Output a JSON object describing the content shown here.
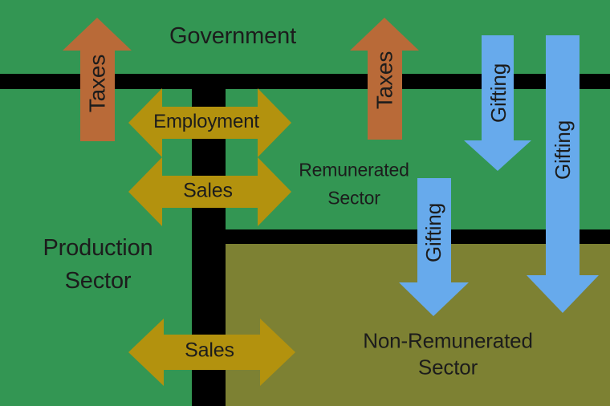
{
  "colors": {
    "background_green": "#339653",
    "olive": "#7d8133",
    "divider_black": "#000000",
    "gold": "#b3920e",
    "orange": "#b96a38",
    "blue": "#67aaec",
    "text": "#1c1c1c"
  },
  "regions": {
    "government": {
      "label": "Government"
    },
    "production": {
      "line1": "Production",
      "line2": "Sector"
    },
    "remunerated": {
      "line1": "Remunerated",
      "line2": "Sector"
    },
    "non_remunerated": {
      "line1": "Non-Remunerated",
      "line2": "Sector"
    }
  },
  "flows": {
    "taxes_from_production": {
      "label": "Taxes"
    },
    "taxes_from_remunerated": {
      "label": "Taxes"
    },
    "employment": {
      "label": "Employment"
    },
    "sales_remunerated": {
      "label": "Sales"
    },
    "sales_non_remunerated": {
      "label": "Sales"
    },
    "gifting_gov_to_remunerated": {
      "label": "Gifting"
    },
    "gifting_gov_to_non_remunerated": {
      "label": "Gifting"
    },
    "gifting_remunerated_to_non_remunerated": {
      "label": "Gifting"
    }
  }
}
